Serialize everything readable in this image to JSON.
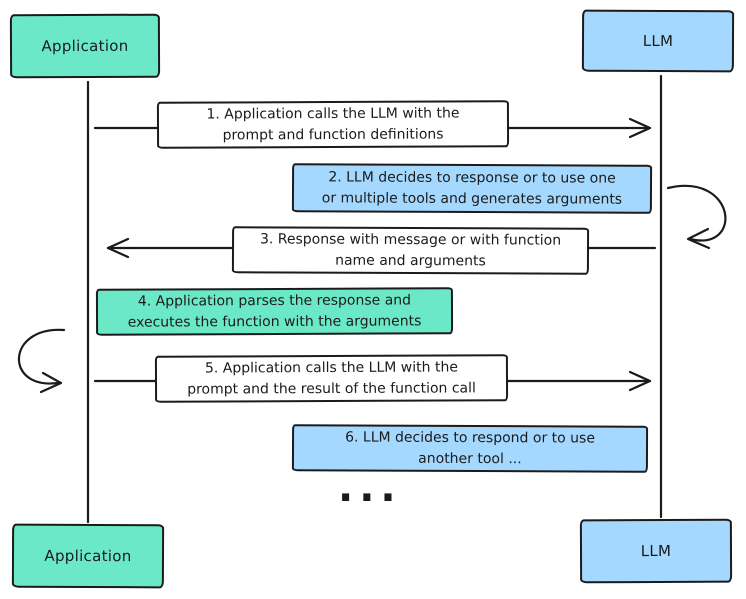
{
  "diagram": {
    "type": "sequence-diagram",
    "actors": {
      "top_left": "Application",
      "top_right": "LLM",
      "bottom_left": "Application",
      "bottom_right": "LLM"
    },
    "steps": [
      {
        "label": "1. Application calls the LLM with the\nprompt and function definitions",
        "fill": "#ffffff",
        "kind": "message-right"
      },
      {
        "label": "2. LLM decides to response or to use one\nor multiple tools and generates arguments",
        "fill": "#a5d8ff",
        "kind": "self-loop-llm"
      },
      {
        "label": "3. Response with message or with function\nname and arguments",
        "fill": "#ffffff",
        "kind": "message-left"
      },
      {
        "label": "4. Application parses the response and\nexecutes the function with the arguments",
        "fill": "#6be8c8",
        "kind": "self-loop-application"
      },
      {
        "label": "5. Application calls the LLM with the\nprompt and the result of the function call",
        "fill": "#ffffff",
        "kind": "message-right"
      },
      {
        "label": "6. LLM decides to respond or to use\nanother tool ...",
        "fill": "#a5d8ff",
        "kind": "note"
      }
    ],
    "ellipsis": "...",
    "colors": {
      "application_fill": "#6be8c8",
      "llm_fill": "#a5d8ff",
      "stroke": "#1b1b1b",
      "background": "#ffffff"
    }
  }
}
